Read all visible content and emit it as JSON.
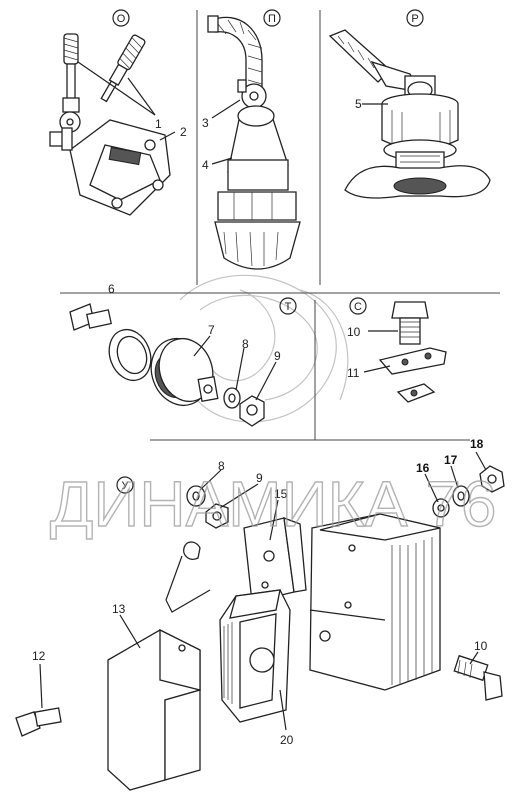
{
  "sections": [
    "О",
    "П",
    "Р",
    "Т",
    "С",
    "У"
  ],
  "callouts": [
    "1",
    "2",
    "3",
    "4",
    "5",
    "6",
    "7",
    "8",
    "9",
    "10",
    "11",
    "8",
    "9",
    "15",
    "16",
    "17",
    "18",
    "13",
    "12",
    "10",
    "20"
  ],
  "watermark": "ДИНАМИКА 76",
  "colors": {
    "ink": "#222222",
    "watermark": "#9a9a9a",
    "background": "#ffffff"
  }
}
